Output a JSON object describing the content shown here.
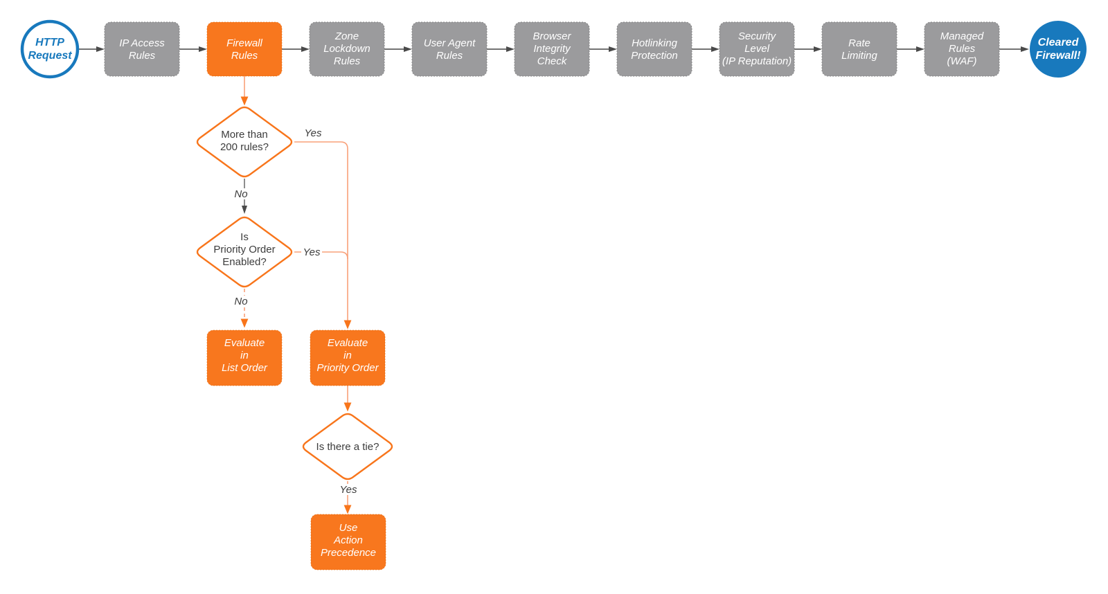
{
  "colors": {
    "blue": "#1879BD",
    "orange": "#F8771E",
    "stage_gray": "#9B9B9D",
    "line_orange": "#F9A078",
    "arrow_orange": "#F8751B",
    "line_gray": "#5E5E5E",
    "arrowhead_gray": "#4A4A4A",
    "text_dark": "#3C3C3C",
    "white": "#FFFFFF"
  },
  "flow": {
    "start": {
      "lines": [
        "HTTP",
        "Request"
      ]
    },
    "stages": [
      {
        "id": "ip-access-rules",
        "lines": [
          "IP Access",
          "Rules"
        ]
      },
      {
        "id": "firewall-rules",
        "lines": [
          "Firewall",
          "Rules"
        ],
        "highlight": true
      },
      {
        "id": "zone-lockdown-rules",
        "lines": [
          "Zone",
          "Lockdown",
          "Rules"
        ]
      },
      {
        "id": "user-agent-rules",
        "lines": [
          "User Agent",
          "Rules"
        ]
      },
      {
        "id": "browser-integrity-check",
        "lines": [
          "Browser",
          "Integrity",
          "Check"
        ]
      },
      {
        "id": "hotlinking-protection",
        "lines": [
          "Hotlinking",
          "Protection"
        ]
      },
      {
        "id": "security-level",
        "lines": [
          "Security",
          "Level",
          "(IP Reputation)"
        ]
      },
      {
        "id": "rate-limiting",
        "lines": [
          "Rate",
          "Limiting"
        ]
      },
      {
        "id": "managed-rules-waf",
        "lines": [
          "Managed",
          "Rules",
          "(WAF)"
        ]
      }
    ],
    "end": {
      "lines": [
        "Cleared",
        "Firewall!"
      ]
    },
    "decisions": [
      {
        "id": "more-than-200-rules",
        "lines": [
          "More than",
          "200 rules?"
        ]
      },
      {
        "id": "priority-order-enabled",
        "lines": [
          "Is",
          "Priority Order",
          "Enabled?"
        ]
      },
      {
        "id": "is-there-a-tie",
        "lines": [
          "Is there a tie?"
        ]
      }
    ],
    "outcomes": [
      {
        "id": "evaluate-in-list-order",
        "lines": [
          "Evaluate",
          "in",
          "List Order"
        ]
      },
      {
        "id": "evaluate-in-priority-order",
        "lines": [
          "Evaluate",
          "in",
          "Priority Order"
        ]
      },
      {
        "id": "use-action-precedence",
        "lines": [
          "Use",
          "Action",
          "Precedence"
        ]
      }
    ],
    "edge_labels": {
      "d1_yes": "Yes",
      "d1_no": "No",
      "d2_yes": "Yes",
      "d2_no": "No",
      "d3_yes": "Yes"
    }
  }
}
